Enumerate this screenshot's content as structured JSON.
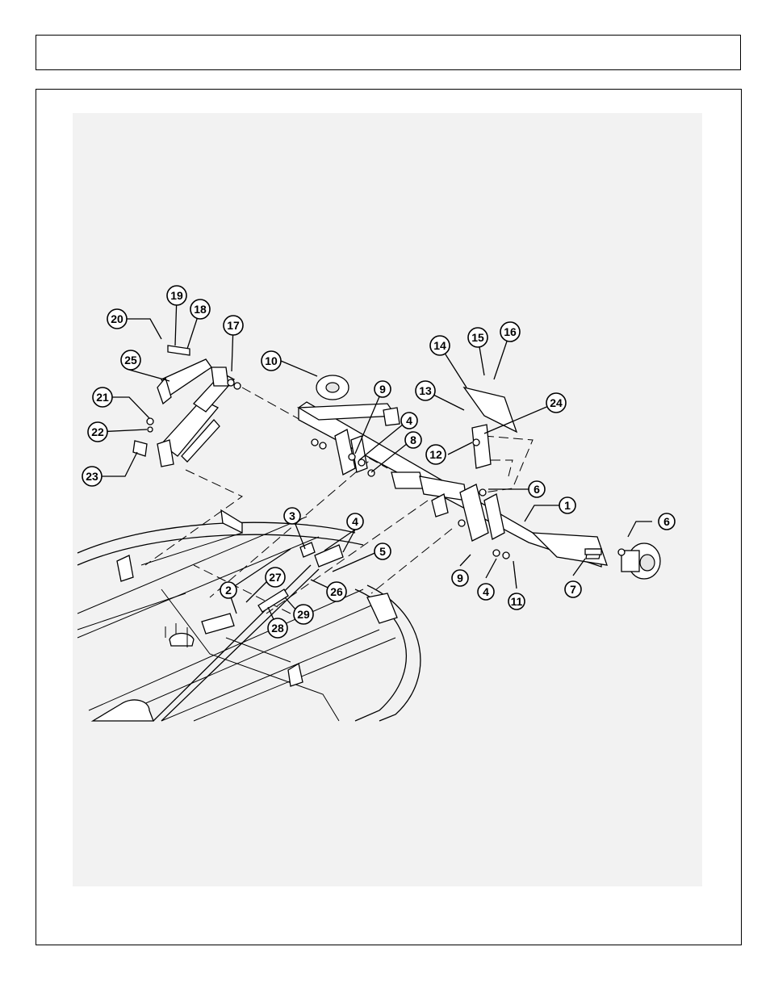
{
  "header": {
    "title": ""
  },
  "diagram": {
    "callouts": [
      "1",
      "2",
      "3",
      "4",
      "4",
      "4",
      "5",
      "6",
      "6",
      "7",
      "8",
      "9",
      "9",
      "10",
      "11",
      "12",
      "13",
      "14",
      "15",
      "16",
      "17",
      "18",
      "19",
      "20",
      "21",
      "22",
      "23",
      "24",
      "25",
      "26",
      "27",
      "28",
      "29"
    ]
  }
}
